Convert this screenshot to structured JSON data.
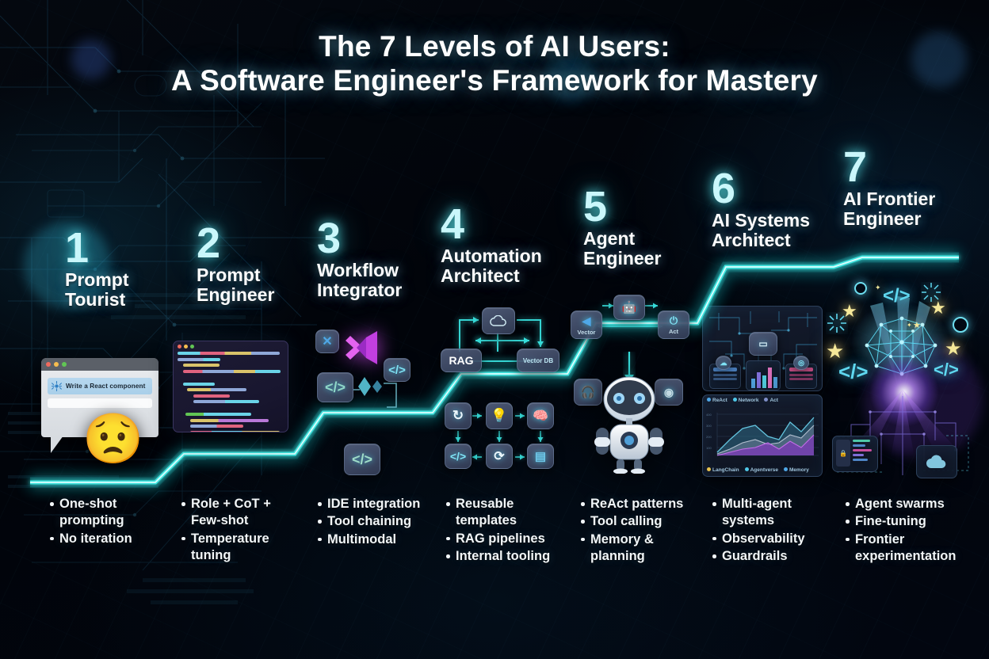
{
  "title": {
    "line1": "The 7 Levels of AI Users:",
    "line2": "A Software Engineer's Framework for Mastery"
  },
  "theme": {
    "background": "#01040a",
    "accent_cyan": "#3de8e0",
    "number_color": "#caf7fb",
    "text_color": "#ffffff",
    "star_gold": "#f7e99a",
    "burst_purple": "#9b6cf0"
  },
  "levels": [
    {
      "number": "1",
      "title": "Prompt\nTourist",
      "bullets": [
        "One-shot prompting",
        "No iteration"
      ],
      "art": {
        "kind": "chat-window",
        "prompt_text": "Write a React component",
        "emoji": "😟",
        "window_dots": [
          "#ef6a5e",
          "#f5bd4f",
          "#61c554"
        ]
      }
    },
    {
      "number": "2",
      "title": "Prompt\nEngineer",
      "bullets": [
        "Role + CoT + Few-shot",
        "Temperature tuning"
      ],
      "art": {
        "kind": "code-editor",
        "window_dots": [
          "#ef6a5e",
          "#f5bd4f",
          "#61c554"
        ]
      }
    },
    {
      "number": "3",
      "title": "Workflow\nIntegrator",
      "bullets": [
        "IDE integration",
        "Tool chaining",
        "Multimodal"
      ],
      "art": {
        "kind": "ide-icons"
      }
    },
    {
      "number": "4",
      "title": "Automation\nArchitect",
      "bullets": [
        "Reusable templates",
        "RAG pipelines",
        "Internal tooling"
      ],
      "art": {
        "kind": "flow-diagram",
        "nodes": [
          "RAG",
          "Vector DB"
        ],
        "grid_icons": [
          "loop-icon",
          "idea-icon",
          "brain-icon",
          "code-icon",
          "sync-icon",
          "database-icon"
        ]
      }
    },
    {
      "number": "5",
      "title": "Agent\nEngineer",
      "bullets": [
        "ReAct patterns",
        "Tool calling",
        "Memory & planning"
      ],
      "art": {
        "kind": "agent-robot",
        "nodes": [
          "Vector",
          "Act"
        ],
        "robot_icon": "robot-icon"
      }
    },
    {
      "number": "6",
      "title": "AI Systems\nArchitect",
      "bullets": [
        "Multi-agent systems",
        "Observability",
        "Guardrails"
      ],
      "art": {
        "kind": "systems-dashboard",
        "chart_legend_top": [
          "ReAct",
          "Network",
          "Act"
        ],
        "chart_legend_bottom": [
          "LangChain",
          "Agentverse",
          "Memory"
        ]
      }
    },
    {
      "number": "7",
      "title": "AI Frontier\nEngineer",
      "bullets": [
        "Agent swarms",
        "Fine-tuning",
        "Frontier experimentation"
      ],
      "art": {
        "kind": "neural-burst",
        "glyphs": [
          "</>",
          "</>",
          "</>",
          "★",
          "★",
          "★",
          "★"
        ]
      }
    }
  ]
}
